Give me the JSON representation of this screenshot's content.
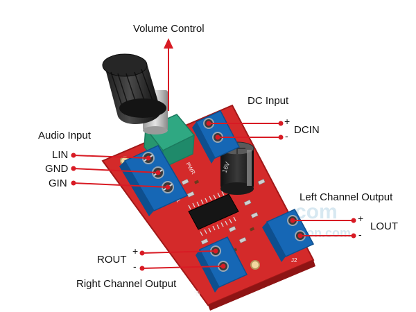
{
  "labels": {
    "volume_control": "Volume Control",
    "dc_input": "DC Input",
    "dcin": "DCIN",
    "audio_input": "Audio Input",
    "lin": "LIN",
    "gnd": "GND",
    "gin": "GIN",
    "left_channel_output": "Left Channel Output",
    "lout": "LOUT",
    "rout": "ROUT",
    "right_channel_output": "Right Channel Output"
  },
  "signs": {
    "dc_plus": "+",
    "dc_minus": "-",
    "lout_plus": "+",
    "lout_minus": "-",
    "rout_plus": "+",
    "rout_minus": "-"
  },
  "watermark": {
    "line1": "com",
    "line2": "cstation.com"
  },
  "board_silkscreen": {
    "j1": "J1",
    "j2": "J2",
    "j3": "J3",
    "pwr": "PWR",
    "cap": "16V"
  },
  "colors": {
    "arrow": "#d81b24",
    "pcb": "#d42a2a",
    "terminal": "#1667b5",
    "pot": "#2fa882",
    "text": "#111111"
  }
}
